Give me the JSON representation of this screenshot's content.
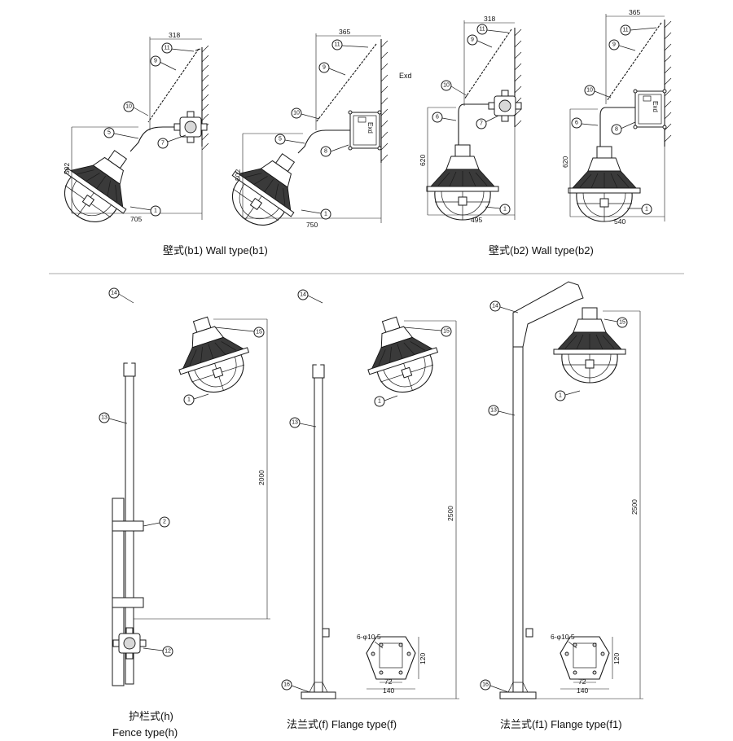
{
  "captions": {
    "b1": "壁式(b1) Wall type(b1)",
    "b2": "壁式(b2) Wall type(b2)",
    "h_cn": "护栏式(h)",
    "h_en": "Fence type(h)",
    "f": "法兰式(f) Flange type(f)",
    "f1": "法兰式(f1) Flange type(f1)"
  },
  "dims": {
    "b1_top": "318",
    "b1_height": "502",
    "b1_width": "705",
    "b1b_top": "365",
    "b1b_height": "502",
    "b1b_width": "750",
    "b2_top": "318",
    "b2_height": "620",
    "b2_width": "495",
    "b2b_top": "365",
    "b2b_height": "620",
    "b2b_width": "540",
    "h_height": "2000",
    "f_height": "2500",
    "f1_height": "2500",
    "holes": "6-φ10.5",
    "flange_h": "120",
    "flange_w1": "72",
    "flange_w2": "140"
  },
  "labels": {
    "exd": "Exd",
    "c1": "1",
    "c2": "2",
    "c5": "5",
    "c6": "6",
    "c7": "7",
    "c8": "8",
    "c9": "9",
    "c10": "10",
    "c11": "11",
    "c12": "12",
    "c13": "13",
    "c14": "14",
    "c15": "15",
    "c16": "16"
  }
}
